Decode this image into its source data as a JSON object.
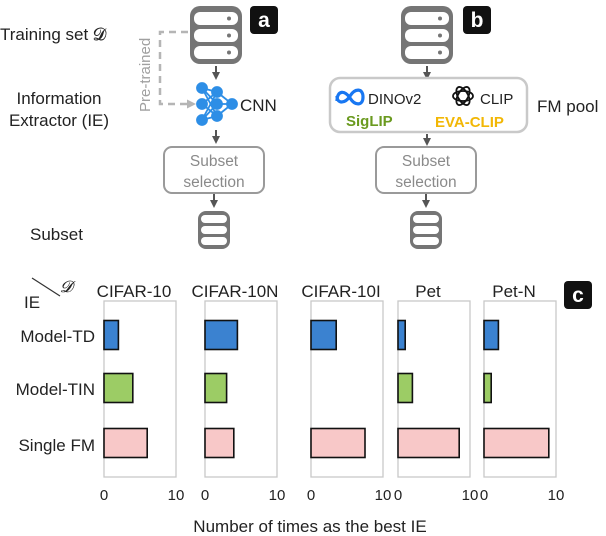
{
  "panel_a": {
    "tag": "a",
    "training_set_label": "Training set 𝓓",
    "pretrained_label": "Pre-trained",
    "ie_label_line1": "Information",
    "ie_label_line2": "Extractor (IE)",
    "cnn_label": "CNN",
    "subset_box_line1": "Subset",
    "subset_box_line2": "selection",
    "subset_label": "Subset"
  },
  "panel_b": {
    "tag": "b",
    "fm_pool_label": "FM pool",
    "models": [
      "DINOv2",
      "CLIP",
      "SigLIP",
      "EVA-CLIP"
    ],
    "subset_box_line1": "Subset",
    "subset_box_line2": "selection"
  },
  "panel_c": {
    "tag": "c",
    "corner_ie": "IE",
    "corner_d": "𝓓",
    "xlabel": "Number of times as the best IE",
    "rows": [
      "Model-TD",
      "Model-TIN",
      "Single FM"
    ],
    "colors": {
      "Model-TD": "#3b82d0",
      "Model-TIN": "#9ccc65",
      "Single FM": "#f8c8c8"
    }
  },
  "chart_data": [
    {
      "type": "bar",
      "title": "CIFAR-10",
      "categories": [
        "Model-TD",
        "Model-TIN",
        "Single FM"
      ],
      "values": [
        2,
        4,
        6
      ],
      "xlim": [
        0,
        10
      ],
      "xticks": [
        "0",
        "10"
      ],
      "xlabel": "Number of times as the best IE"
    },
    {
      "type": "bar",
      "title": "CIFAR-10N",
      "categories": [
        "Model-TD",
        "Model-TIN",
        "Single FM"
      ],
      "values": [
        4.5,
        3,
        4
      ],
      "xlim": [
        0,
        10
      ],
      "xticks": [
        "0",
        "10"
      ],
      "xlabel": "Number of times as the best IE"
    },
    {
      "type": "bar",
      "title": "CIFAR-10I",
      "categories": [
        "Model-TD",
        "Model-TIN",
        "Single FM"
      ],
      "values": [
        3.5,
        0,
        7.5
      ],
      "xlim": [
        0,
        10
      ],
      "xticks": [
        "0",
        "10"
      ],
      "xlabel": "Number of times as the best IE"
    },
    {
      "type": "bar",
      "title": "Pet",
      "categories": [
        "Model-TD",
        "Model-TIN",
        "Single FM"
      ],
      "values": [
        1,
        2,
        8.5
      ],
      "xlim": [
        0,
        10
      ],
      "xticks": [
        "0",
        "10"
      ],
      "xlabel": "Number of times as the best IE"
    },
    {
      "type": "bar",
      "title": "Pet-N",
      "categories": [
        "Model-TD",
        "Model-TIN",
        "Single FM"
      ],
      "values": [
        2,
        1,
        9
      ],
      "xlim": [
        0,
        10
      ],
      "xticks": [
        "0",
        "10"
      ],
      "xlabel": "Number of times as the best IE"
    }
  ]
}
